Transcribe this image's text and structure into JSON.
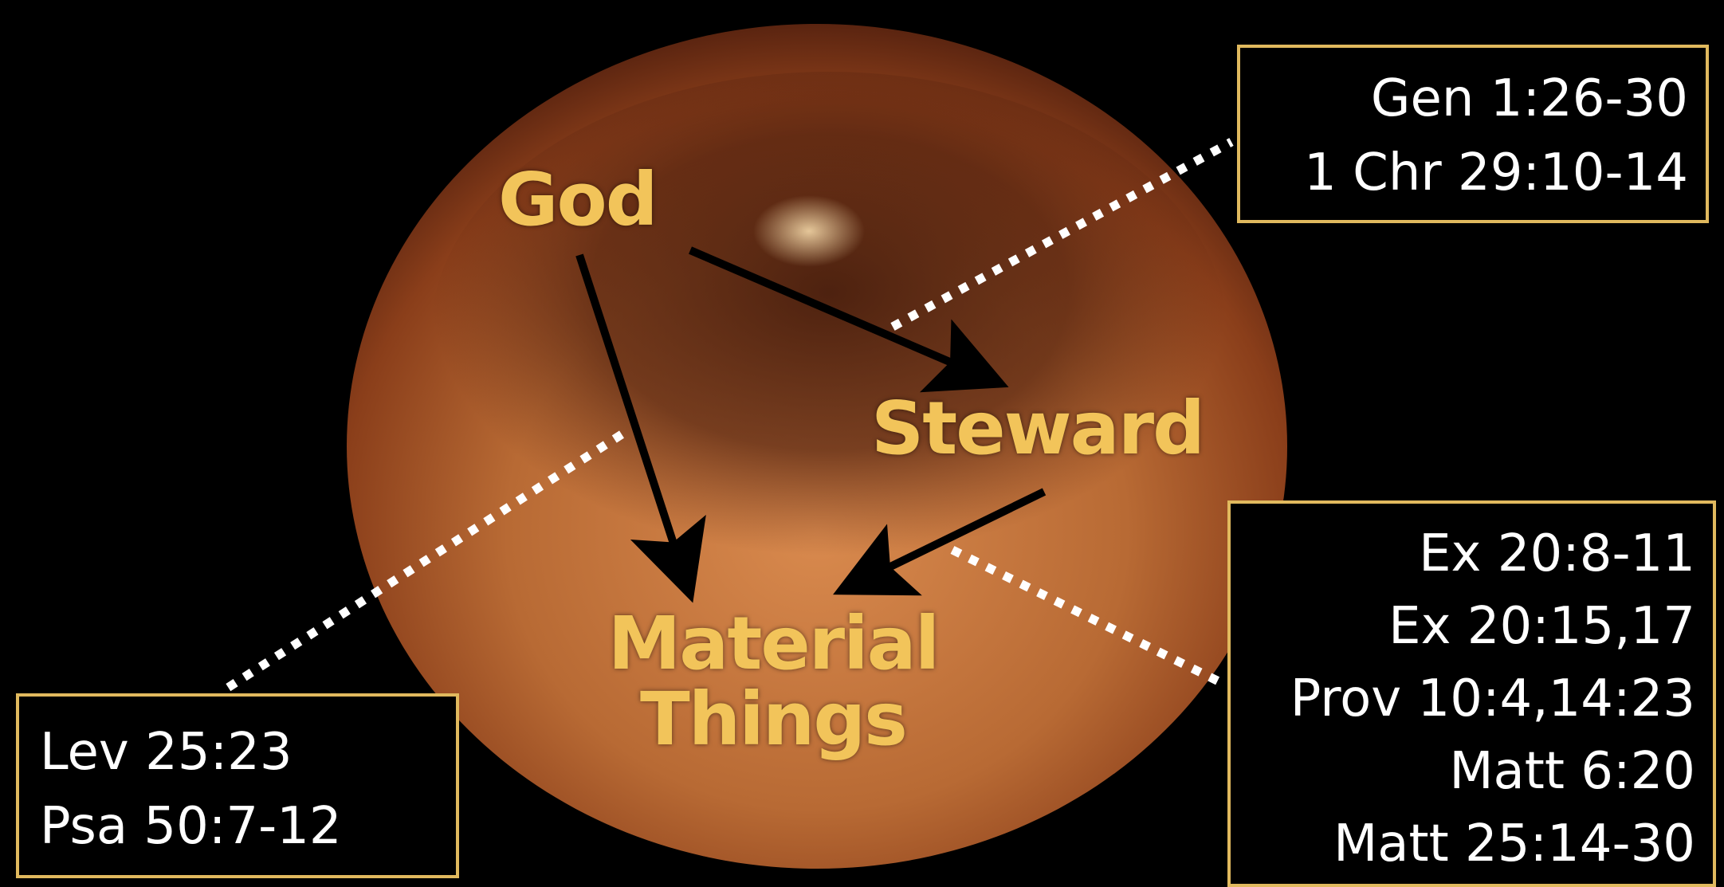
{
  "diagram": {
    "nodes": {
      "god": "God",
      "steward": "Steward",
      "material_line1": "Material",
      "material_line2": "Things"
    },
    "edges": [
      {
        "from": "God",
        "to": "Steward"
      },
      {
        "from": "God",
        "to": "Material Things"
      },
      {
        "from": "Steward",
        "to": "Material Things"
      }
    ],
    "references": {
      "top_right": [
        "Gen 1:26-30",
        "1 Chr 29:10-14"
      ],
      "bottom_left": [
        "Lev 25:23",
        "Psa 50:7-12"
      ],
      "bottom_right": [
        "Ex 20:8-11",
        "Ex 20:15,17",
        "Prov 10:4,14:23",
        "Matt 6:20",
        "Matt 25:14-30"
      ]
    }
  },
  "colors": {
    "background": "#000000",
    "label": "#f2c45a",
    "box_border": "#e0b95e",
    "box_text": "#ffffff",
    "arrow": "#000000",
    "dotted_line": "#ffffff",
    "globe_light": "#e39a5a",
    "globe_dark": "#3a1408"
  }
}
